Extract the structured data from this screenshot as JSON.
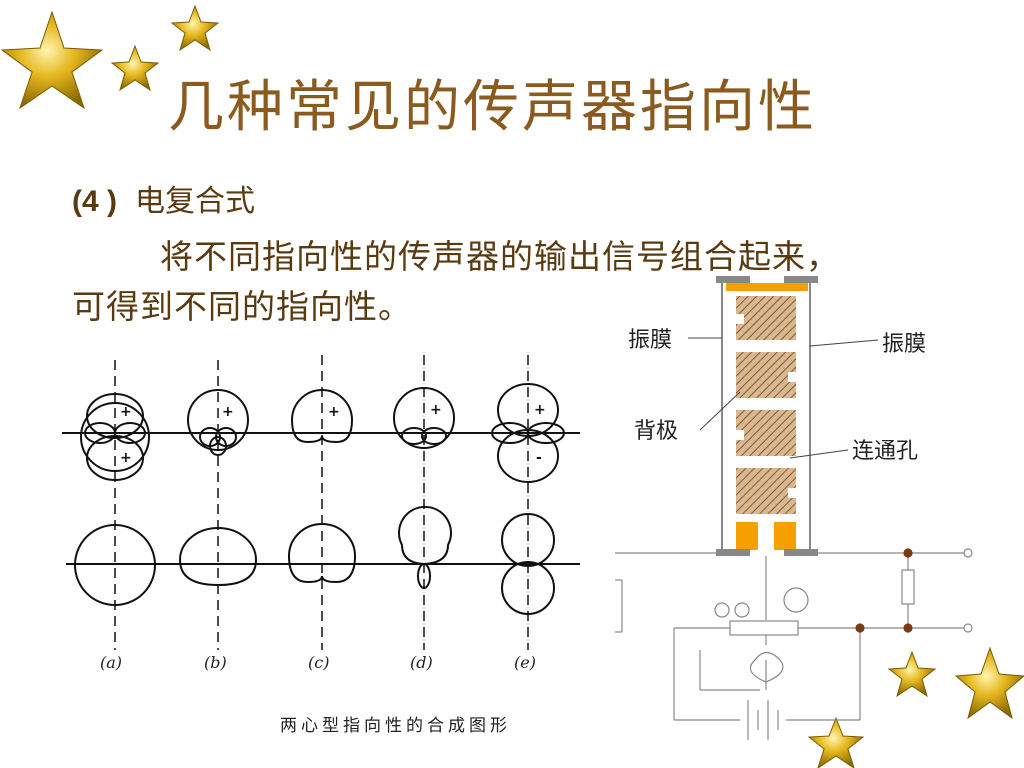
{
  "slide": {
    "title": "几种常见的传声器指向性",
    "section_number": "(4 )",
    "section_title": "电复合式",
    "paragraph_line1": "将不同指向性的传声器的输出信号组合起来，",
    "paragraph_line2": "可得到不同的指向性。",
    "figure_caption": "两心型指向性的合成图形"
  },
  "polar_figure": {
    "panel_labels": [
      "(a)",
      "(b)",
      "(c)",
      "(d)",
      "(e)"
    ],
    "plus_sign": "+",
    "minus_sign": "-"
  },
  "mic_diagram": {
    "label_diaphragm_left": "振膜",
    "label_diaphragm_right": "振膜",
    "label_backplate": "背极",
    "label_vent_hole": "连通孔"
  },
  "colors": {
    "title": "#8b5a1e",
    "text": "#5a3a10",
    "star": "#d4a017",
    "orange": "#f5a000",
    "backplate": "#c8a070"
  }
}
